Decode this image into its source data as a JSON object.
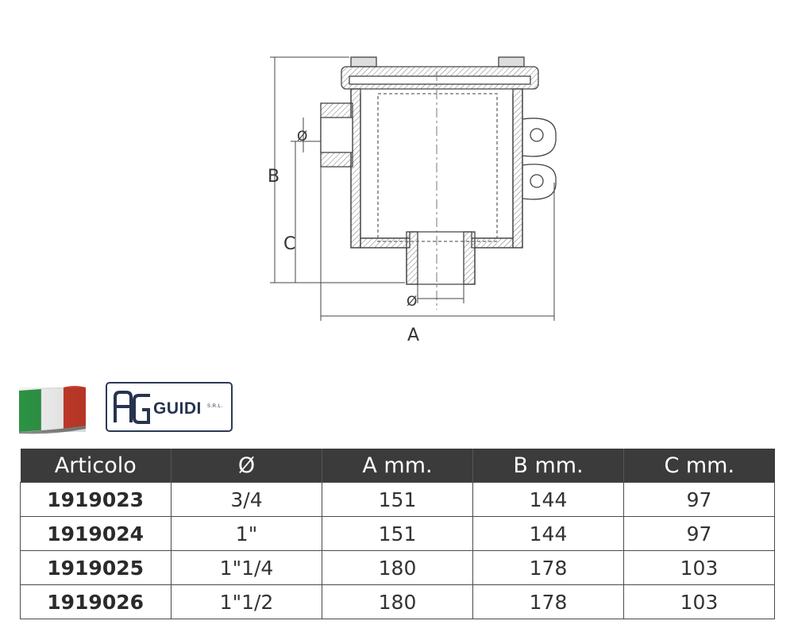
{
  "drawing": {
    "labels": {
      "a": "A",
      "b": "B",
      "c": "C",
      "phi_inlet": "Ø",
      "phi_outlet": "Ø"
    }
  },
  "brand": {
    "name": "GUIDI",
    "suffix": "S.R.L.",
    "flag_colors": [
      "#2f9a48",
      "#ffffff",
      "#d33f2d"
    ]
  },
  "table": {
    "headers": [
      "Articolo",
      "Ø",
      "A mm.",
      "B mm.",
      "C mm."
    ],
    "rows": [
      [
        "1919023",
        "3/4",
        "151",
        "144",
        "97"
      ],
      [
        "1919024",
        "1\"",
        "151",
        "144",
        "97"
      ],
      [
        "1919025",
        "1\"1/4",
        "180",
        "178",
        "103"
      ],
      [
        "1919026",
        "1\"1/2",
        "180",
        "178",
        "103"
      ]
    ]
  }
}
